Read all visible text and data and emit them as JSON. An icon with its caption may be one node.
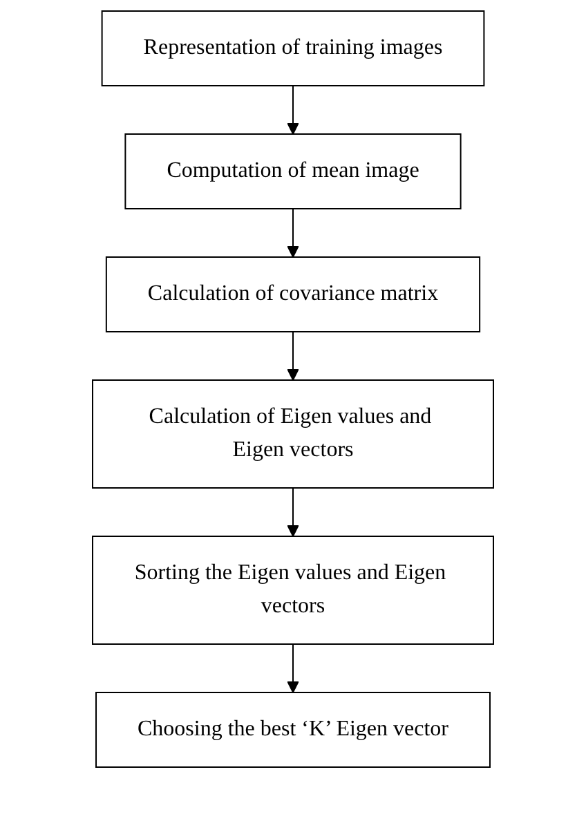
{
  "diagram": {
    "nodes": [
      {
        "text": [
          "Representation of training images"
        ]
      },
      {
        "text": [
          "Computation of mean image"
        ]
      },
      {
        "text": [
          "Calculation of covariance matrix"
        ]
      },
      {
        "text": [
          "Calculation of Eigen values and Eigen vectors"
        ]
      },
      {
        "text": [
          "Sorting the Eigen values and Eigen vectors"
        ]
      },
      {
        "text": [
          "Choosing the best ‘K’ Eigen vector"
        ]
      }
    ],
    "edges": [
      {
        "from": 0,
        "to": 1,
        "arrow": "to"
      },
      {
        "from": 1,
        "to": 2,
        "arrow": "to"
      },
      {
        "from": 2,
        "to": 3,
        "arrow": "to"
      },
      {
        "from": 3,
        "to": 4,
        "arrow": "to"
      },
      {
        "from": 4,
        "to": 5,
        "arrow": "to"
      }
    ]
  }
}
